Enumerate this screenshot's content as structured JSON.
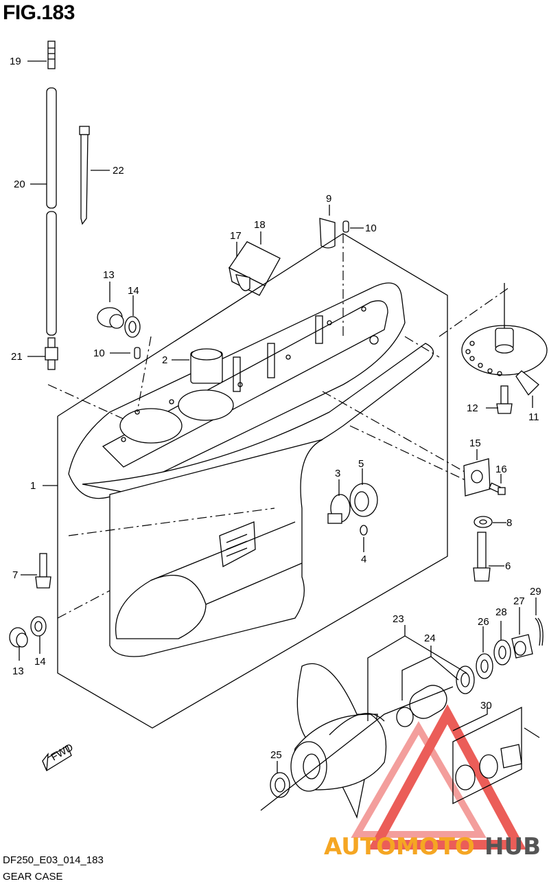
{
  "figure": {
    "title": "FIG.183",
    "code": "DF250_E03_014_183",
    "name": "GEAR CASE"
  },
  "callouts": {
    "c1": "1",
    "c2": "2",
    "c3": "3",
    "c4": "4",
    "c5": "5",
    "c6": "6",
    "c7": "7",
    "c8": "8",
    "c9": "9",
    "c10a": "10",
    "c10b": "10",
    "c11": "11",
    "c12": "12",
    "c13a": "13",
    "c13b": "13",
    "c14a": "14",
    "c14b": "14",
    "c15": "15",
    "c16": "16",
    "c17": "17",
    "c18": "18",
    "c19": "19",
    "c20": "20",
    "c21": "21",
    "c22": "22",
    "c23": "23",
    "c24": "24",
    "c25": "25",
    "c26": "26",
    "c27": "27",
    "c28": "28",
    "c29": "29",
    "c30": "30"
  },
  "fwd_label": "FWD",
  "watermark": {
    "part1": "AUTOMOTO",
    "part2": "HUB",
    "color1": "#f5a623",
    "color2": "#555555",
    "logo_color": "#e8413c"
  }
}
